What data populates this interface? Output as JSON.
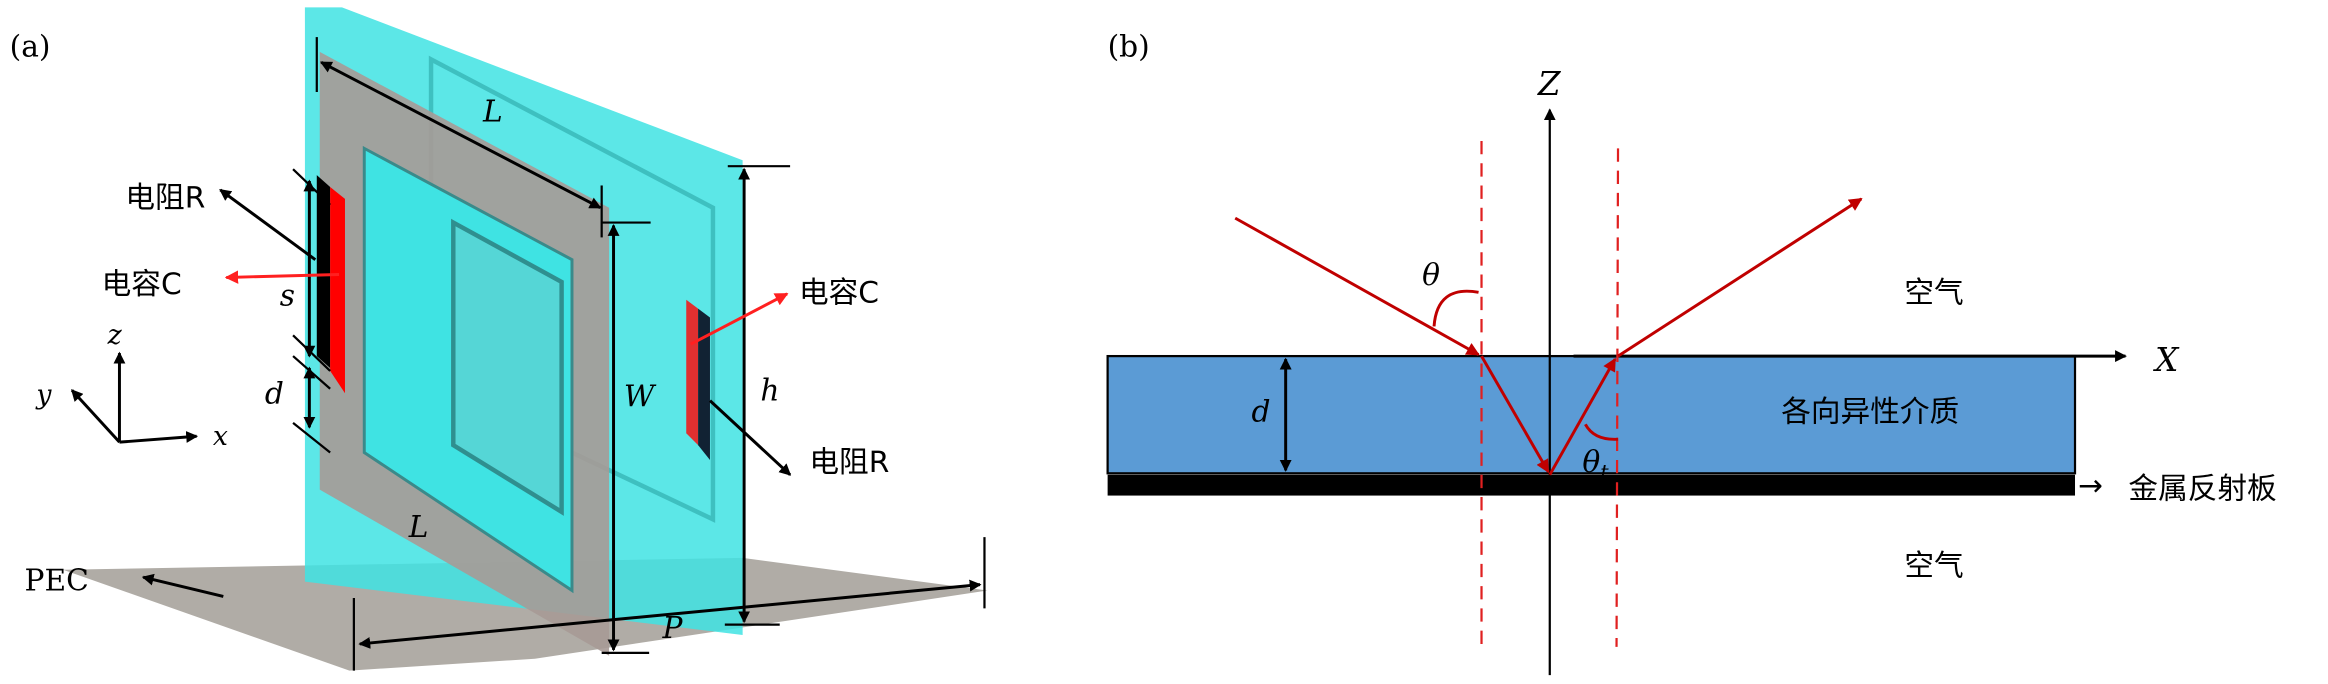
{
  "panel_a": {
    "label": "(a)",
    "dimension_L_top": "L",
    "dimension_L_bottom": "L",
    "dimension_W": "W",
    "dimension_h": "h",
    "dimension_P": "P",
    "dimension_s": "s",
    "dimension_d": "d",
    "resistor_left": "电阻R",
    "capacitor_left": "电容C",
    "capacitor_right": "电容C",
    "resistor_right": "电阻R",
    "axis_z": "z",
    "axis_x": "x",
    "axis_y": "y",
    "pec": "PEC"
  },
  "panel_b": {
    "label": "(b)",
    "axis_z": "Z",
    "axis_x": "X",
    "theta": "θ",
    "theta_t": "θ",
    "theta_t_sub": "t",
    "thickness": "d",
    "air_top": "空气",
    "air_bottom": "空气",
    "medium": "各向异性介质",
    "metal_plate": "金属反射板",
    "metal_arrow": "→"
  },
  "colors": {
    "cyan_slab": "#3fe3e3",
    "frame_gray": "#a79a96",
    "pec_gray": "#b0aca6",
    "capacitor_red": "#ff0000",
    "ray_red": "#c00000",
    "medium_blue": "#5b9bd5"
  }
}
